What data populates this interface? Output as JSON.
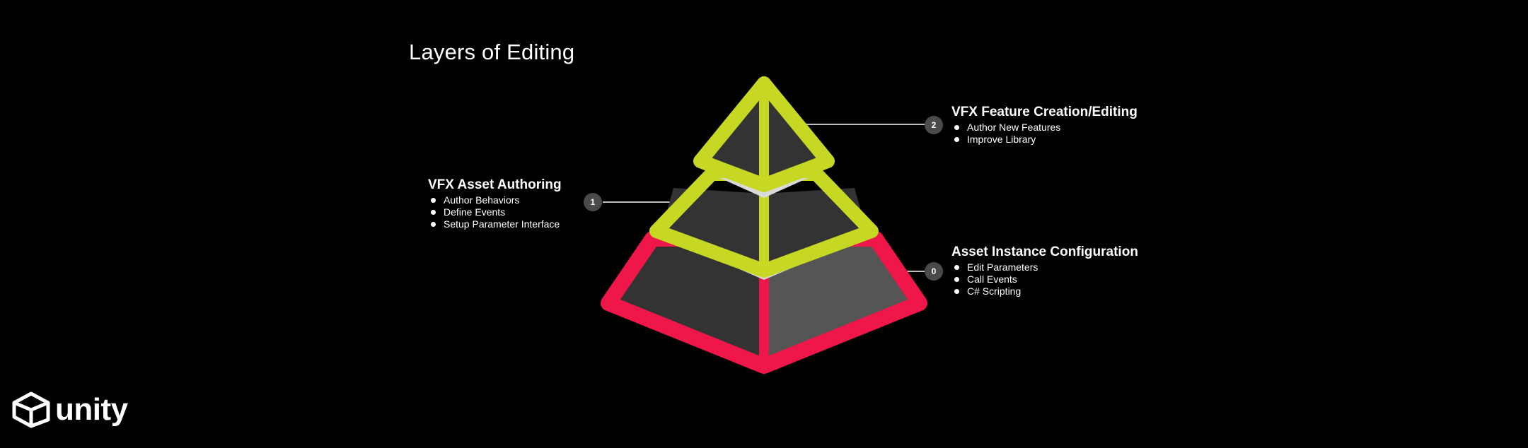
{
  "title": "Layers of Editing",
  "colors": {
    "background": "#000000",
    "top_layers_outline": "#c6d823",
    "base_layer_outline": "#ef1649",
    "face_dark": "#333333",
    "face_light": "#555555",
    "separator": "#d9d9d9",
    "badge": "#4a4a4a",
    "connector": "#bdbdbd"
  },
  "layers": [
    {
      "badge": "2",
      "heading": "VFX Feature Creation/Editing",
      "items": [
        "Author New Features",
        "Improve Library"
      ]
    },
    {
      "badge": "1",
      "heading": "VFX Asset Authoring",
      "items": [
        "Author Behaviors",
        "Define Events",
        "Setup Parameter Interface"
      ]
    },
    {
      "badge": "0",
      "heading": "Asset Instance Configuration",
      "items": [
        "Edit Parameters",
        "Call Events",
        "C# Scripting"
      ]
    }
  ],
  "logo": {
    "icon": "unity-cube-icon",
    "text": "unity"
  }
}
